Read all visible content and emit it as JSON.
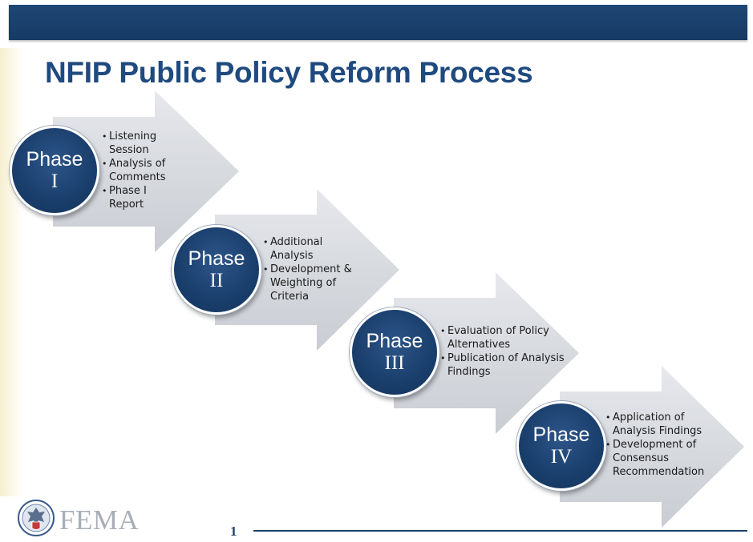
{
  "slide": {
    "title": "NFIP Public Policy Reform Process",
    "page_number": "1",
    "logo_text": "FEMA"
  },
  "phases": [
    {
      "word": "Phase",
      "numeral": "I",
      "bullets": [
        "Listening Session",
        "Analysis of Comments",
        "Phase I Report"
      ]
    },
    {
      "word": "Phase",
      "numeral": "II",
      "bullets": [
        "Additional Analysis",
        "Development & Weighting of Criteria"
      ]
    },
    {
      "word": "Phase",
      "numeral": "III",
      "bullets": [
        "Evaluation of Policy Alternatives",
        "Publication of Analysis Findings"
      ]
    },
    {
      "word": "Phase",
      "numeral": "IV",
      "bullets": [
        "Application of Analysis Findings",
        "Development of Consensus Recommendation"
      ]
    }
  ],
  "colors": {
    "header_bar": "#1f4775",
    "title_text": "#1f4a7f",
    "circle_fill": "#1b406e",
    "arrow_fill": "#d9dbe0"
  }
}
